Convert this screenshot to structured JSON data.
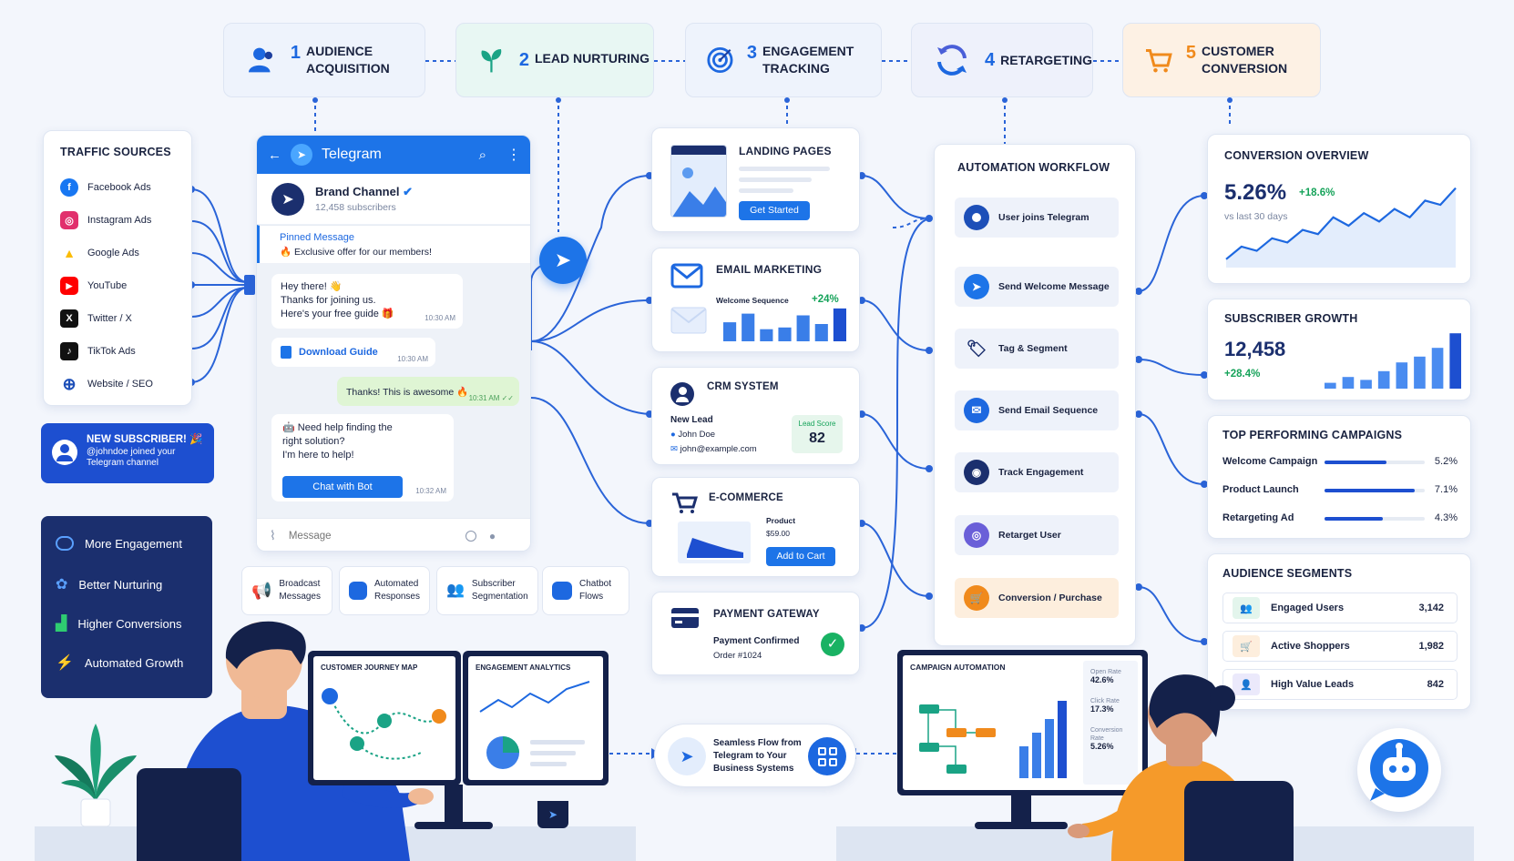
{
  "stages": [
    {
      "num": "1",
      "label": "AUDIENCE ACQUISITION",
      "icon": "users-icon"
    },
    {
      "num": "2",
      "label": "LEAD NURTURING",
      "icon": "sprout-icon"
    },
    {
      "num": "3",
      "label": "ENGAGEMENT TRACKING",
      "icon": "target-icon"
    },
    {
      "num": "4",
      "label": "RETARGETING",
      "icon": "refresh-icon"
    },
    {
      "num": "5",
      "label": "CUSTOMER CONVERSION",
      "icon": "cart-icon"
    }
  ],
  "traffic": {
    "title": "TRAFFIC SOURCES",
    "items": [
      {
        "label": "Facebook Ads",
        "color": "#1877f2",
        "glyph": "f"
      },
      {
        "label": "Instagram Ads",
        "color": "#e1306c",
        "glyph": "◎"
      },
      {
        "label": "Google Ads",
        "color": "#fbbc04",
        "glyph": "▲"
      },
      {
        "label": "YouTube",
        "color": "#ff0000",
        "glyph": "▶"
      },
      {
        "label": "Twitter / X",
        "color": "#111111",
        "glyph": "X"
      },
      {
        "label": "TikTok Ads",
        "color": "#111111",
        "glyph": "♪"
      },
      {
        "label": "Website / SEO",
        "color": "#1d4fb8",
        "glyph": "⊕"
      }
    ]
  },
  "notification": {
    "title": "NEW SUBSCRIBER! 🎉",
    "line1": "@johndoe joined your",
    "line2": "Telegram channel"
  },
  "benefits": [
    "More Engagement",
    "Better Nurturing",
    "Higher Conversions",
    "Automated Growth"
  ],
  "telegram": {
    "app_title": "Telegram",
    "channel": "Brand Channel",
    "subscribers": "12,458 subscribers",
    "pinned_title": "Pinned Message",
    "pinned_text": "🔥 Exclusive offer for our members!",
    "msg1": [
      "Hey there! 👋",
      "Thanks for joining us.",
      "Here's your free guide 🎁"
    ],
    "msg1_time": "10:30 AM",
    "download": "Download Guide",
    "download_time": "10:30 AM",
    "reply": "Thanks! This is awesome 🔥",
    "reply_time": "10:31 AM ✓✓",
    "bot": [
      "🤖 Need help finding the",
      "right solution?",
      "I'm here to help!"
    ],
    "bot_button": "Chat with Bot",
    "bot_time": "10:32 AM",
    "input_placeholder": "Message"
  },
  "features": [
    {
      "line1": "Broadcast",
      "line2": "Messages"
    },
    {
      "line1": "Automated",
      "line2": "Responses"
    },
    {
      "line1": "Subscriber",
      "line2": "Segmentation"
    },
    {
      "line1": "Chatbot",
      "line2": "Flows"
    }
  ],
  "landing": {
    "title": "LANDING PAGES",
    "button": "Get Started"
  },
  "email": {
    "title": "EMAIL MARKETING",
    "sub": "Welcome Sequence",
    "delta": "+24%",
    "bars": [
      0.55,
      0.8,
      0.35,
      0.4,
      0.75,
      0.5,
      0.95
    ]
  },
  "crm": {
    "title": "CRM SYSTEM",
    "lead": "New Lead",
    "name": "John Doe",
    "email": "john@example.com",
    "score_label": "Lead Score",
    "score": "82"
  },
  "ecom": {
    "title": "E-COMMERCE",
    "product": "Product",
    "price": "$59.00",
    "button": "Add to Cart"
  },
  "payment": {
    "title": "PAYMENT GATEWAY",
    "status": "Payment Confirmed",
    "order": "Order #1024"
  },
  "workflow": {
    "title": "AUTOMATION WORKFLOW",
    "steps": [
      "User joins Telegram",
      "Send Welcome Message",
      "Tag & Segment",
      "Send Email Sequence",
      "Track Engagement",
      "Retarget User",
      "Conversion / Purchase"
    ]
  },
  "conversion": {
    "title": "CONVERSION OVERVIEW",
    "value": "5.26%",
    "delta": "+18.6%",
    "sub": "vs last 30 days",
    "trend": [
      0.1,
      0.25,
      0.2,
      0.35,
      0.3,
      0.45,
      0.4,
      0.6,
      0.5,
      0.65,
      0.55,
      0.7,
      0.6,
      0.8,
      0.75,
      0.95
    ]
  },
  "growth": {
    "title": "SUBSCRIBER GROWTH",
    "value": "12,458",
    "delta": "+28.4%",
    "bars": [
      0.1,
      0.2,
      0.15,
      0.3,
      0.45,
      0.55,
      0.7,
      0.95
    ]
  },
  "campaigns": {
    "title": "TOP PERFORMING CAMPAIGNS",
    "items": [
      {
        "label": "Welcome Campaign",
        "value": "5.2%",
        "fill": 0.62
      },
      {
        "label": "Product Launch",
        "value": "7.1%",
        "fill": 0.9
      },
      {
        "label": "Retargeting Ad",
        "value": "4.3%",
        "fill": 0.58
      }
    ]
  },
  "segments": {
    "title": "AUDIENCE SEGMENTS",
    "items": [
      {
        "label": "Engaged Users",
        "value": "3,142",
        "color": "#2aa36b",
        "bg": "#e3f5ec",
        "icon": "group-icon"
      },
      {
        "label": "Active Shoppers",
        "value": "1,982",
        "color": "#f08a1c",
        "bg": "#fdeedd",
        "icon": "cart-icon"
      },
      {
        "label": "High Value Leads",
        "value": "842",
        "color": "#5a4fc8",
        "bg": "#ebe9fb",
        "icon": "users-icon"
      }
    ]
  },
  "monitor1": {
    "title": "CUSTOMER JOURNEY MAP"
  },
  "monitor2": {
    "title": "ENGAGEMENT ANALYTICS"
  },
  "monitor3": {
    "title": "CAMPAIGN AUTOMATION",
    "open_label": "Open Rate",
    "open": "42.6%",
    "click_label": "Click Rate",
    "click": "17.3%",
    "conv_label": "Conversion Rate",
    "conv": "5.26%"
  },
  "seamless": {
    "line1": "Seamless Flow from",
    "line2": "Telegram to Your",
    "line3": "Business Systems"
  },
  "colors": {
    "primary": "#1d68e0",
    "navy": "#1d3f9e",
    "green": "#16a35a",
    "orange": "#f08a1c"
  }
}
